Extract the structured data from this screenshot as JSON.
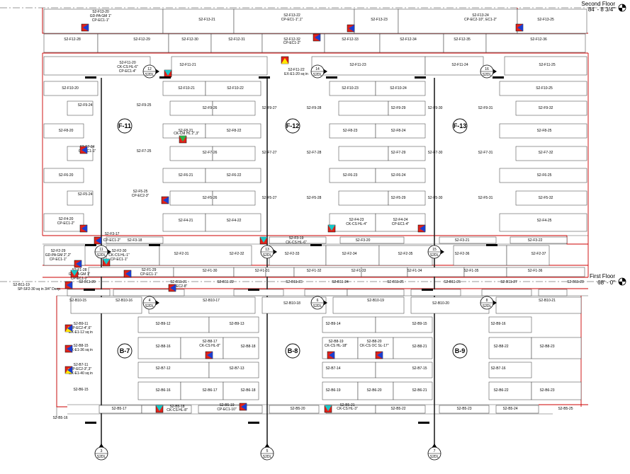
{
  "levels": {
    "second": {
      "name": "Second Floor",
      "elev": "84' - 8 3/4\""
    },
    "first": {
      "name": "First Floor",
      "elev": "68' - 0\""
    }
  },
  "columns_upper": [
    {
      "label": "F-11"
    },
    {
      "label": "F-12"
    },
    {
      "label": "F-13"
    }
  ],
  "columns_lower": [
    {
      "label": "B-7"
    },
    {
      "label": "B-8"
    },
    {
      "label": "B-9"
    }
  ],
  "section_tags": [
    {
      "num": "12",
      "sheet": "S2DL"
    },
    {
      "num": "14",
      "sheet": "S2DL"
    },
    {
      "num": "16",
      "sheet": "S2DL"
    },
    {
      "num": "11",
      "sheet": "S2DL"
    },
    {
      "num": "13",
      "sheet": "S2DL"
    },
    {
      "num": "15",
      "sheet": "S2DL"
    },
    {
      "num": "4",
      "sheet": "S2DL"
    },
    {
      "num": "6",
      "sheet": "S2DL"
    },
    {
      "num": "8",
      "sheet": "S2DL"
    },
    {
      "num": "3",
      "sheet": "S2DL"
    },
    {
      "num": "5",
      "sheet": "S2DL"
    },
    {
      "num": "7",
      "sheet": "S2DL"
    }
  ],
  "panels": [
    {
      "t": "S2-F13-20"
    },
    {
      "t": "S2-F13-21"
    },
    {
      "t": "S2-F13-22"
    },
    {
      "t": "S2-F13-23"
    },
    {
      "t": "S2-F13-24"
    },
    {
      "t": "S2-F13-25"
    },
    {
      "t": "S2-F12-28"
    },
    {
      "t": "S2-F12-29"
    },
    {
      "t": "S2-F12-30"
    },
    {
      "t": "S2-F12-31"
    },
    {
      "t": "S2-F12-32"
    },
    {
      "t": "S2-F12-33"
    },
    {
      "t": "S2-F12-34"
    },
    {
      "t": "S2-F12-35"
    },
    {
      "t": "S2-F12-36"
    },
    {
      "t": "S2-F11-20"
    },
    {
      "t": "S2-F11-21"
    },
    {
      "t": "S2-F11-22"
    },
    {
      "t": "S2-F11-23"
    },
    {
      "t": "S2-F11-24"
    },
    {
      "t": "S2-F11-25"
    },
    {
      "t": "S2-F10-20"
    },
    {
      "t": "S2-F10-21"
    },
    {
      "t": "S2-F10-22"
    },
    {
      "t": "S2-F10-23"
    },
    {
      "t": "S2-F10-24"
    },
    {
      "t": "S2-F10-25"
    },
    {
      "t": "S2-F9-24"
    },
    {
      "t": "S2-F9-25"
    },
    {
      "t": "S2-F9-26"
    },
    {
      "t": "S2-F9-27"
    },
    {
      "t": "S2-F9-28"
    },
    {
      "t": "S2-F9-29"
    },
    {
      "t": "S2-F9-30"
    },
    {
      "t": "S2-F9-31"
    },
    {
      "t": "S2-F9-32"
    },
    {
      "t": "S2-F8-20"
    },
    {
      "t": "S2-F8-21"
    },
    {
      "t": "S2-F8-22"
    },
    {
      "t": "S2-F8-23"
    },
    {
      "t": "S2-F8-24"
    },
    {
      "t": "S2-F8-25"
    },
    {
      "t": "S2-F7-24"
    },
    {
      "t": "S2-F7-25"
    },
    {
      "t": "S2-F7-26"
    },
    {
      "t": "S2-F7-27"
    },
    {
      "t": "S2-F7-28"
    },
    {
      "t": "S2-F7-29"
    },
    {
      "t": "S2-F7-30"
    },
    {
      "t": "S2-F7-31"
    },
    {
      "t": "S2-F7-32"
    },
    {
      "t": "S2-F6-20"
    },
    {
      "t": "S2-F6-21"
    },
    {
      "t": "S2-F6-22"
    },
    {
      "t": "S2-F6-23"
    },
    {
      "t": "S2-F6-24"
    },
    {
      "t": "S2-F6-25"
    },
    {
      "t": "S2-F5-24"
    },
    {
      "t": "S2-F5-25"
    },
    {
      "t": "S2-F5-26"
    },
    {
      "t": "S2-F5-27"
    },
    {
      "t": "S2-F5-28"
    },
    {
      "t": "S2-F5-29"
    },
    {
      "t": "S2-F5-30"
    },
    {
      "t": "S2-F5-31"
    },
    {
      "t": "S2-F5-32"
    },
    {
      "t": "S2-F4-20"
    },
    {
      "t": "S2-F4-21"
    },
    {
      "t": "S2-F4-22"
    },
    {
      "t": "S2-F4-23"
    },
    {
      "t": "S2-F4-24"
    },
    {
      "t": "S2-F4-25"
    },
    {
      "t": "S2-F3-17"
    },
    {
      "t": "S2-F3-18"
    },
    {
      "t": "S2-F3-19"
    },
    {
      "t": "S2-F3-20"
    },
    {
      "t": "S2-F3-21"
    },
    {
      "t": "S2-F3-22"
    },
    {
      "t": "S2-F2-29"
    },
    {
      "t": "S2-F2-30"
    },
    {
      "t": "S2-F2-31"
    },
    {
      "t": "S2-F2-32"
    },
    {
      "t": "S2-F2-33"
    },
    {
      "t": "S2-F2-34"
    },
    {
      "t": "S2-F2-35"
    },
    {
      "t": "S2-F2-36"
    },
    {
      "t": "S2-F2-37"
    },
    {
      "t": "S2-F1-28"
    },
    {
      "t": "S2-F1-29"
    },
    {
      "t": "S2-F1-30"
    },
    {
      "t": "S2-F1-31"
    },
    {
      "t": "S2-F1-32"
    },
    {
      "t": "S2-F1-33"
    },
    {
      "t": "S2-F1-34"
    },
    {
      "t": "S2-F1-35"
    },
    {
      "t": "S2-F1-36"
    },
    {
      "t": "S2-B11-19"
    },
    {
      "t": "S2-B11-20"
    },
    {
      "t": "S2-B11-21"
    },
    {
      "t": "S2-B11-22"
    },
    {
      "t": "S2-B11-23"
    },
    {
      "t": "S2-B11-24"
    },
    {
      "t": "S2-B11-25"
    },
    {
      "t": "S2-B11-26"
    },
    {
      "t": "S2-B11-27"
    },
    {
      "t": "S2-B11-28"
    },
    {
      "t": "S2-B10-15"
    },
    {
      "t": "S2-B10-16"
    },
    {
      "t": "S2-B10-17"
    },
    {
      "t": "S2-B10-18"
    },
    {
      "t": "S2-B10-19"
    },
    {
      "t": "S2-B10-20"
    },
    {
      "t": "S2-B10-21"
    },
    {
      "t": "S2-B9-11"
    },
    {
      "t": "S2-B9-12"
    },
    {
      "t": "S2-B9-13"
    },
    {
      "t": "S2-B9-14"
    },
    {
      "t": "S2-B9-15"
    },
    {
      "t": "S2-B9-16"
    },
    {
      "t": "S2-B8-15"
    },
    {
      "t": "S2-B8-16"
    },
    {
      "t": "S2-B8-17"
    },
    {
      "t": "S2-B8-18"
    },
    {
      "t": "S2-B8-19"
    },
    {
      "t": "S2-B8-20"
    },
    {
      "t": "S2-B8-21"
    },
    {
      "t": "S2-B8-22"
    },
    {
      "t": "S2-B8-23"
    },
    {
      "t": "S2-B7-11"
    },
    {
      "t": "S2-B7-12"
    },
    {
      "t": "S2-B7-13"
    },
    {
      "t": "S2-B7-14"
    },
    {
      "t": "S2-B7-15"
    },
    {
      "t": "S2-B7-16"
    },
    {
      "t": "S2-B6-15"
    },
    {
      "t": "S2-B6-16"
    },
    {
      "t": "S2-B6-17"
    },
    {
      "t": "S2-B6-18"
    },
    {
      "t": "S2-B6-19"
    },
    {
      "t": "S2-B6-20"
    },
    {
      "t": "S2-B6-21"
    },
    {
      "t": "S2-B6-22"
    },
    {
      "t": "S2-B6-23"
    },
    {
      "t": "S2-B5-16"
    },
    {
      "t": "S2-B5-17"
    },
    {
      "t": "S2-B5-18"
    },
    {
      "t": "S2-B5-19"
    },
    {
      "t": "S2-B5-20"
    },
    {
      "t": "S2-B5-21"
    },
    {
      "t": "S2-B5-22"
    },
    {
      "t": "S2-B5-23"
    },
    {
      "t": "S2-B5-24"
    },
    {
      "t": "S2-B5-25"
    }
  ],
  "notes": [
    {
      "t": "GD-PA GM 1\""
    },
    {
      "t": "CP-EC1-1\""
    },
    {
      "t": "CP-EC1-1\",1\""
    },
    {
      "t": "CP-EC2-10\", EC1-2\""
    },
    {
      "t": "CP-EC1-2\""
    },
    {
      "t": "CK-CS HL-6\""
    },
    {
      "t": "CP-EC1-4\""
    },
    {
      "t": "EX-E1-20 sq in"
    },
    {
      "t": "CK-CM HL 2\",3\""
    },
    {
      "t": "CP-EC1-1\""
    },
    {
      "t": "CP-EC2-3\""
    },
    {
      "t": "CP-EC1-2\""
    },
    {
      "t": "CK-CS HL-4\""
    },
    {
      "t": "CP-EC1-4\""
    },
    {
      "t": "CP-EC1-2\""
    },
    {
      "t": "CK-CS HL-6\""
    },
    {
      "t": "GD-PA GM 2\",2\""
    },
    {
      "t": "CP-EC1-1\""
    },
    {
      "t": "CK-CS HL-1\""
    },
    {
      "t": "CP-EC1-1\""
    },
    {
      "t": "GD-PA GM 1\""
    },
    {
      "t": "CP-EC1-2\""
    },
    {
      "t": "CP-EC1-1\""
    },
    {
      "t": "SP-SF2-30 sq in 3/4\" Deep"
    },
    {
      "t": "CP-EC2-8\""
    },
    {
      "t": "CP-EC2-4\",6\""
    },
    {
      "t": "EX-E1-12 sq in"
    },
    {
      "t": "EX-E1-36 sq in"
    },
    {
      "t": "CP-EC2-3\",3\""
    },
    {
      "t": "EX-E1-40 sq in"
    },
    {
      "t": "CK-CS HL-8\""
    },
    {
      "t": "CK-CS HL-18\""
    },
    {
      "t": "CK-CS OC SL-17\""
    },
    {
      "t": "CK-CS HL-8\""
    },
    {
      "t": "CP-EC1-10\""
    },
    {
      "t": "CK-CS HL-3\""
    }
  ],
  "colors": {
    "red_edge": "#cc0000",
    "mark_red": "#e2231a",
    "mark_blue": "#1a3fd0",
    "mark_yellow": "#ffe600",
    "mark_cyan": "#18c7c7",
    "mark_green": "#2ab34a"
  }
}
